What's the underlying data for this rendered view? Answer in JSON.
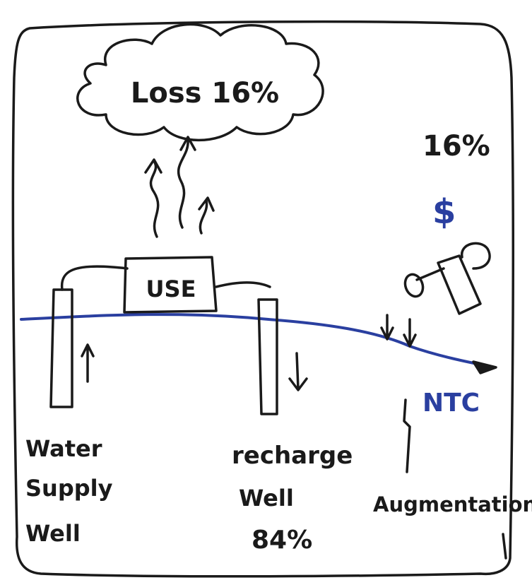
{
  "cloud": {
    "label": "Loss 16%"
  },
  "use_box": {
    "label": "USE"
  },
  "augmentation_percent": "16%",
  "cost_symbol": "$",
  "stream_label": "NTC",
  "supply_well": {
    "label_lines": [
      "Water",
      "Supply",
      "Well"
    ]
  },
  "recharge_well": {
    "label_lines": [
      "recharge",
      "Well"
    ],
    "percent": "84%"
  },
  "augmentation": {
    "label": "Augmentation"
  },
  "colors": {
    "ink": "#1a1a1a",
    "water": "#2a3fa0",
    "paper": "#ffffff"
  }
}
